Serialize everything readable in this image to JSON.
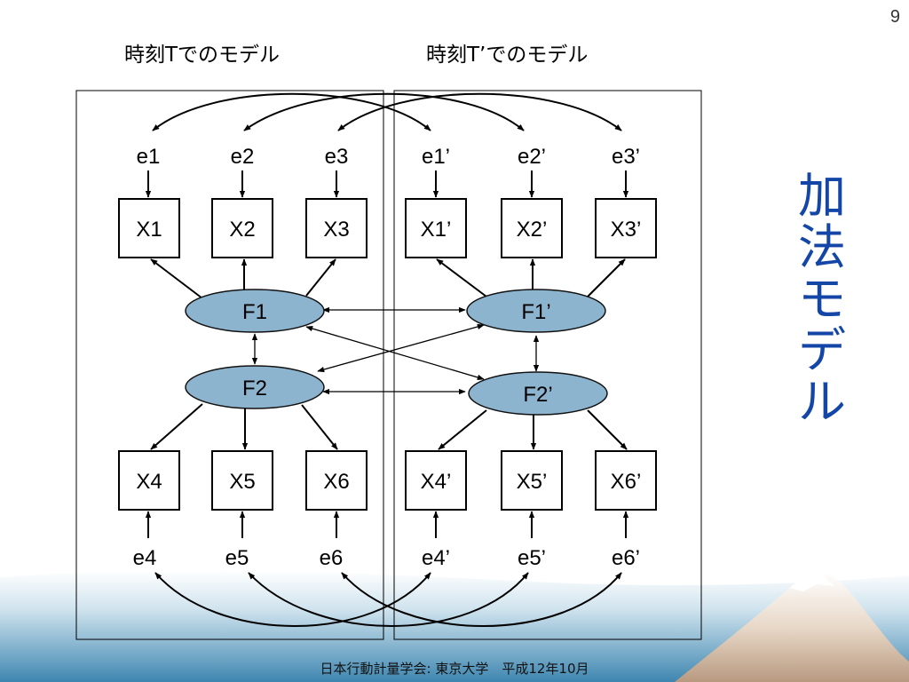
{
  "page_number": "9",
  "header": {
    "model_t": "時刻Tでのモデル",
    "model_t_prime": "時刻T’でのモデル"
  },
  "side_title": [
    "加",
    "法",
    "モ",
    "デ",
    "ル"
  ],
  "footer": "日本行動計量学会: 東京大学　平成12年10月",
  "colors": {
    "factor_fill": "#8db4cf",
    "title_blue": "#1446a8"
  },
  "diagram": {
    "panels": [
      "panel-t",
      "panel-t-prime"
    ],
    "errors_top": [
      "e1",
      "e2",
      "e3",
      "e1’",
      "e2’",
      "e3’"
    ],
    "observed_top": [
      "X1",
      "X2",
      "X3",
      "X1’",
      "X2’",
      "X3’"
    ],
    "factors": [
      "F1",
      "F2",
      "F1’",
      "F2’"
    ],
    "observed_bottom": [
      "X4",
      "X5",
      "X6",
      "X4’",
      "X5’",
      "X6’"
    ],
    "errors_bottom": [
      "e4",
      "e5",
      "e6",
      "e4’",
      "e5’",
      "e6’"
    ],
    "correlated_errors": [
      [
        "e1",
        "e1’"
      ],
      [
        "e2",
        "e2’"
      ],
      [
        "e3",
        "e3’"
      ],
      [
        "e4",
        "e4’"
      ],
      [
        "e5",
        "e5’"
      ],
      [
        "e6",
        "e6’"
      ]
    ],
    "factor_covariances": [
      [
        "F1",
        "F1’"
      ],
      [
        "F2",
        "F2’"
      ],
      [
        "F1",
        "F2"
      ],
      [
        "F1’",
        "F2’"
      ],
      [
        "F1",
        "F2’"
      ],
      [
        "F2",
        "F1’"
      ]
    ]
  }
}
